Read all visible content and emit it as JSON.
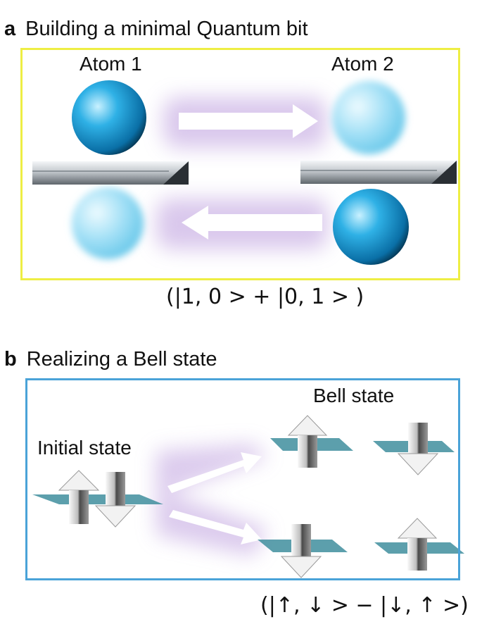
{
  "panel_a": {
    "letter": "a",
    "title": "Building a minimal Quantum bit",
    "atom1_label": "Atom 1",
    "atom2_label": "Atom 2",
    "formula": "(|1, 0 > + |0, 1 > )"
  },
  "panel_b": {
    "letter": "b",
    "title": "Realizing a Bell state",
    "initial_label": "Initial state",
    "bell_label": "Bell state",
    "formula": "(|↑, ↓ > − |↓, ↑ >)"
  },
  "colors": {
    "frame_a": "#eeee44",
    "frame_b": "#4aa3d8",
    "atom": "#1e9fd8",
    "glow": "#cdb6e6",
    "plane": "#3f8e9e"
  }
}
